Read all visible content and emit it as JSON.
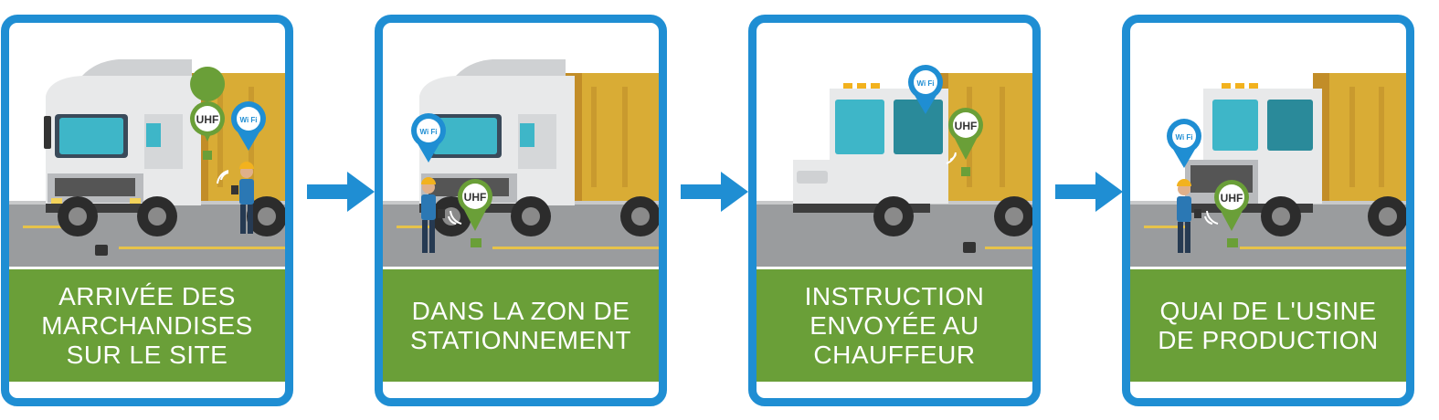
{
  "steps": [
    {
      "caption": "ARRIVÉE DES\nMARCHANDISES\nSUR LE SITE",
      "uhf_label": "UHF",
      "wifi_label": "Wi Fi"
    },
    {
      "caption": "DANS LA ZON DE\nSTATIONNEMENT",
      "uhf_label": "UHF",
      "wifi_label": "Wi Fi"
    },
    {
      "caption": "INSTRUCTION\nENVOYÉE AU\nCHAUFFEUR",
      "uhf_label": "UHF",
      "wifi_label": "Wi Fi"
    },
    {
      "caption": "QUAI DE L'USINE\nDE PRODUCTION",
      "uhf_label": "UHF",
      "wifi_label": "Wi Fi"
    }
  ],
  "colors": {
    "frame": "#1f8ed3",
    "caption_bg": "#6a9f38",
    "uhf_pin": "#6a9f38",
    "wifi_pin": "#1f8ed3",
    "trailer": "#d9ac35",
    "road": "#9a9c9e"
  },
  "icons": [
    "truck-icon",
    "worker-icon",
    "uhf-pin-icon",
    "wifi-pin-icon",
    "arrow-right-icon",
    "signal-waves-icon"
  ]
}
